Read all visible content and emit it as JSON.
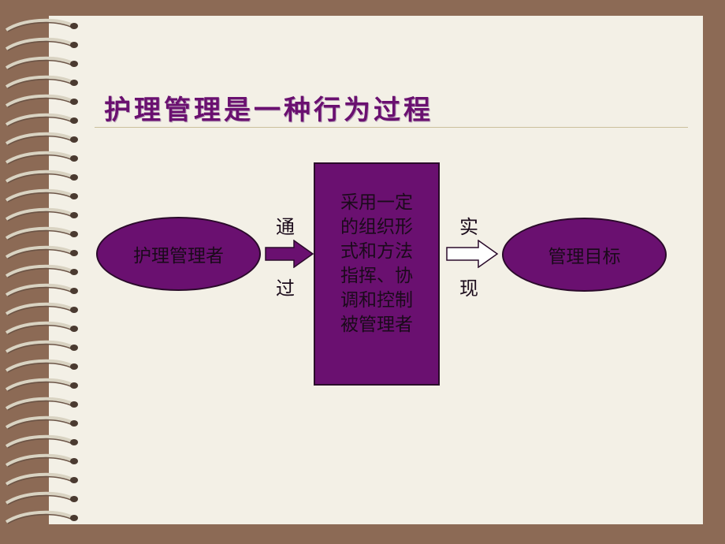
{
  "title": "护理管理是一种行为过程",
  "diagram": {
    "actor": "护理管理者",
    "connector_left_top": "通",
    "connector_left_bottom": "过",
    "method_lines": [
      "采用一定",
      "的组织形",
      "式和方法",
      "指挥、协",
      "调和控制",
      "被管理者"
    ],
    "connector_right_top": "实",
    "connector_right_bottom": "现",
    "goal": "管理目标"
  },
  "colors": {
    "accent": "#6a1070",
    "background": "#8c6a55",
    "slide": "#f3f0e6"
  }
}
